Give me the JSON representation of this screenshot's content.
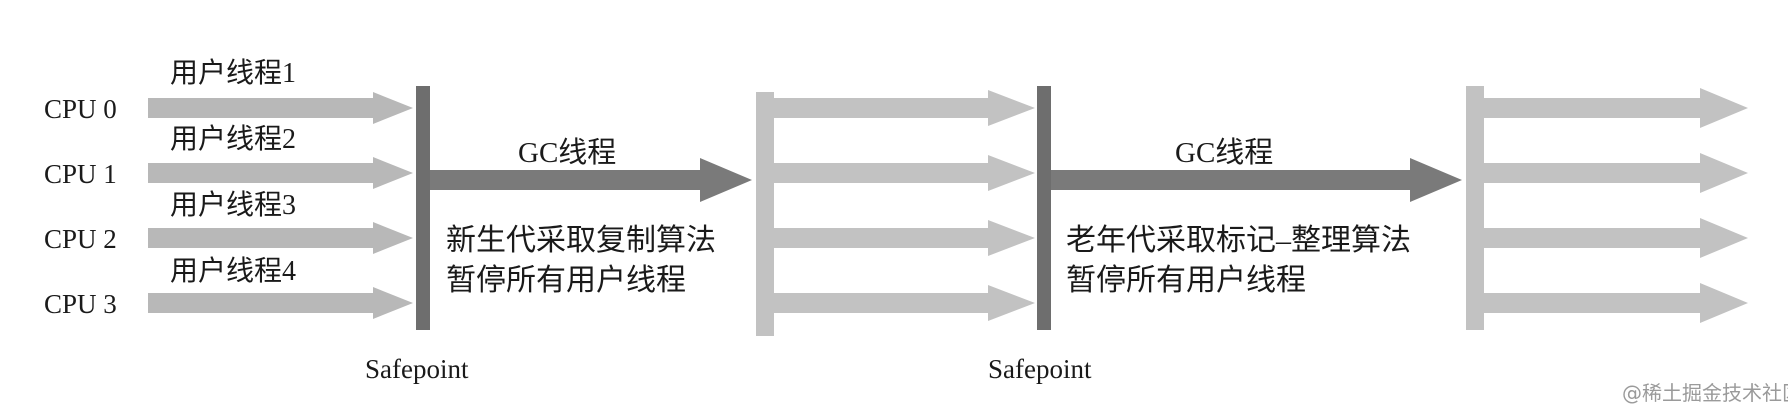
{
  "colors": {
    "arrow_light": "#b8b8b8",
    "bar_dark": "#6e6e6e",
    "gc_arrow": "#7a7a7a",
    "text": "#1a1a1a",
    "watermark": "#9a9a9a"
  },
  "cpus": [
    "CPU 0",
    "CPU 1",
    "CPU 2",
    "CPU 3"
  ],
  "threads": [
    "用户线程1",
    "用户线程2",
    "用户线程3",
    "用户线程4"
  ],
  "gc1": {
    "label": "GC线程",
    "note_line1": "新生代采取复制算法",
    "note_line2": "暂停所有用户线程"
  },
  "gc2": {
    "label": "GC线程",
    "note_line1": "老年代采取标记–整理算法",
    "note_line2": "暂停所有用户线程"
  },
  "safepoint_label": "Safepoint",
  "watermark": "@稀土掘金技术社区"
}
